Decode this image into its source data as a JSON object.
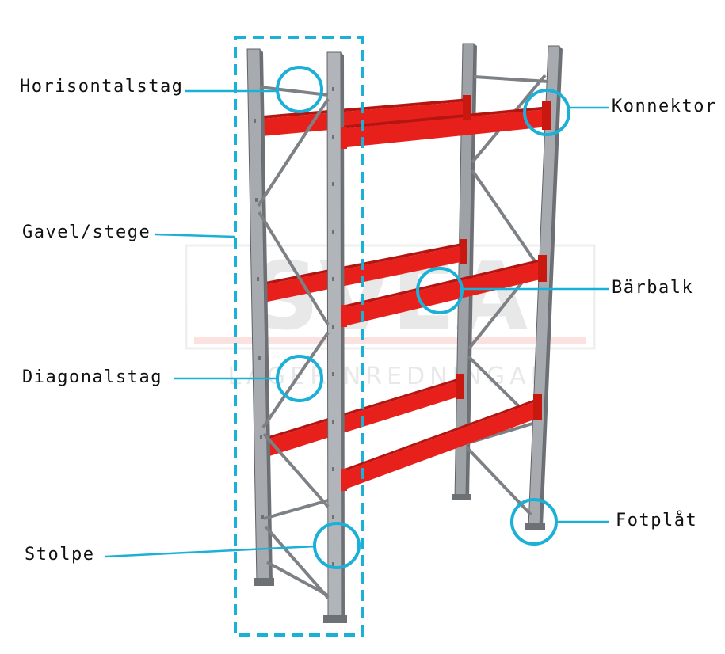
{
  "labels": {
    "horisontalstag": "Horisontalstag",
    "konnektor": "Konnektor",
    "gavel_stege": "Gavel/stege",
    "barbalk": "Bärbalk",
    "diagonalstag": "Diagonalstag",
    "stolpe": "Stolpe",
    "fotplat": "Fotplåt"
  },
  "watermark": {
    "brand": "SVEA",
    "sub": "LAGERINREDNINGAR"
  },
  "colors": {
    "callout": "#1ab0d8",
    "beam": "#e8201c",
    "beam_dark": "#b51511",
    "upright": "#9ea2a6",
    "upright_dark": "#6d7175",
    "brace": "#7d8185",
    "text": "#111111"
  }
}
